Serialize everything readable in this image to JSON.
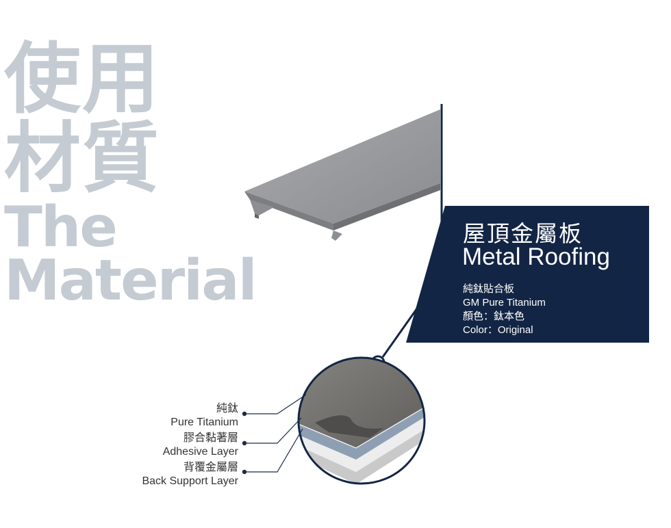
{
  "heading": {
    "line1": "使用",
    "line2": "材質",
    "line3": "The",
    "line4": "Material"
  },
  "panel": {
    "title_zh": "屋頂金屬板",
    "title_en": "Metal Roofing",
    "specs": [
      "純鈦貼合板",
      "GM Pure Titanium",
      "顏色：鈦本色",
      "Color：Original"
    ]
  },
  "layers": [
    {
      "zh": "純鈦",
      "en": "Pure Titanium"
    },
    {
      "zh": "膠合黏著層",
      "en": "Adhesive Layer"
    },
    {
      "zh": "背覆金屬層",
      "en": "Back Support Layer"
    }
  ],
  "colors": {
    "navy": "#132544",
    "heading_gray": "#c5cbd2",
    "titanium": "#6e6d6b",
    "adhesive": "#8f9fb3",
    "back_metal": "#ededed"
  }
}
